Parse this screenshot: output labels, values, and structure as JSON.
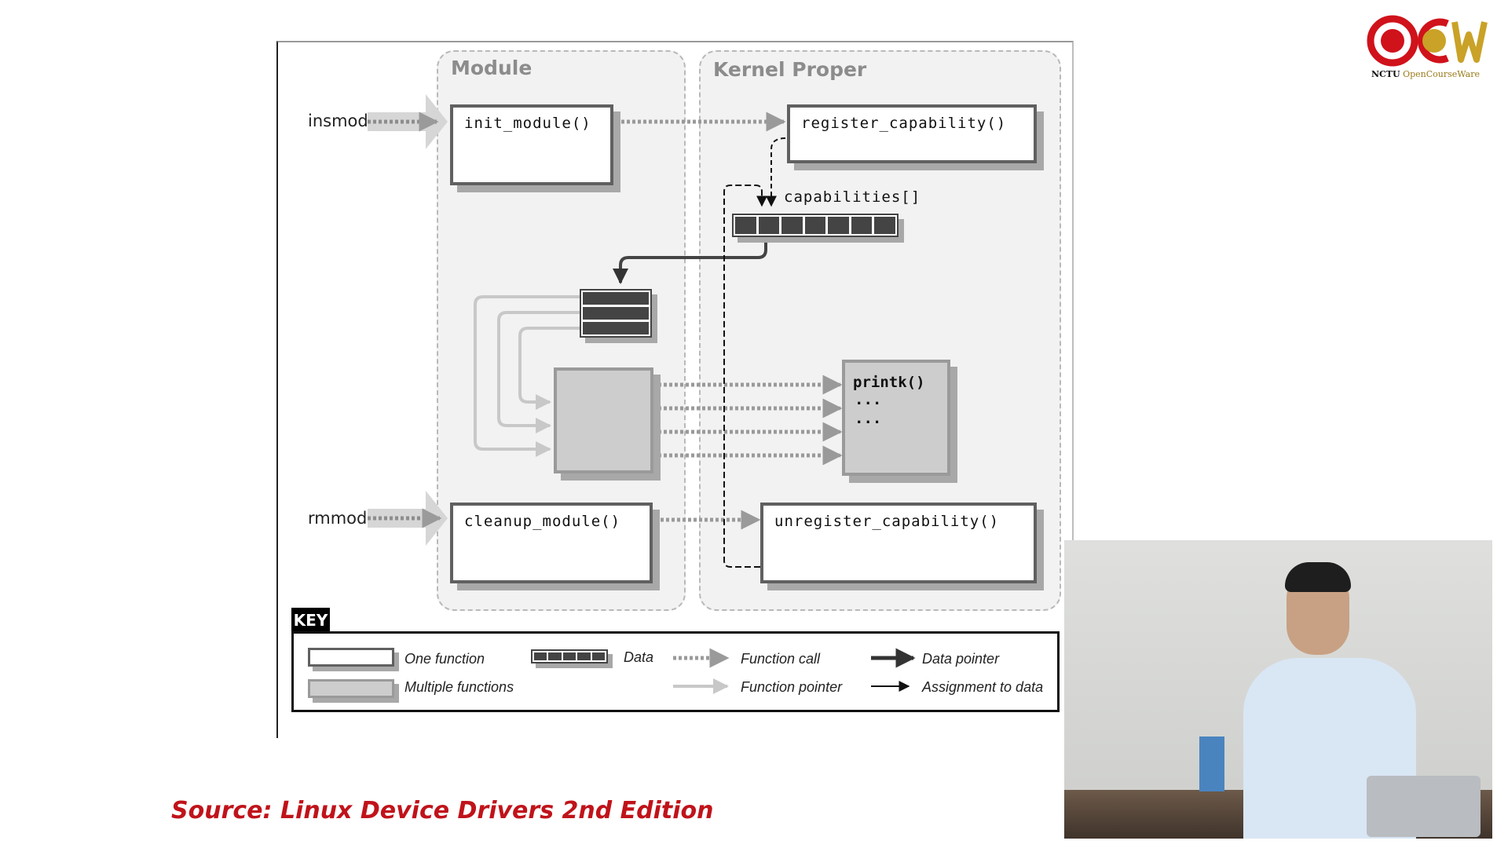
{
  "diagram": {
    "regions": {
      "module": "Module",
      "kernel": "Kernel Proper"
    },
    "side_labels": {
      "insmod": "insmod",
      "rmmod": "rmmod"
    },
    "functions": {
      "init": "init_module()",
      "register": "register_capability()",
      "cleanup": "cleanup_module()",
      "unregister": "unregister_capability()",
      "printk": "printk()",
      "printk_more1": "...",
      "printk_more2": "..."
    },
    "data_labels": {
      "capabilities": "capabilities[]"
    }
  },
  "key": {
    "title": "KEY",
    "one_function": "One function",
    "multiple_functions": "Multiple functions",
    "data": "Data",
    "function_call": "Function call",
    "function_pointer": "Function pointer",
    "data_pointer": "Data pointer",
    "assignment": "Assignment to data"
  },
  "source": "Source: Linux Device Drivers 2nd Edition",
  "logo": {
    "text": "NCTU",
    "subtext": "OpenCourseWare",
    "colors": {
      "red": "#d0121b",
      "gold": "#c9a227"
    }
  },
  "colors": {
    "source_text": "#c0131a",
    "box_border": "#606060",
    "multi_fill": "#cdcdcd",
    "region_fill": "#f2f2f2"
  }
}
